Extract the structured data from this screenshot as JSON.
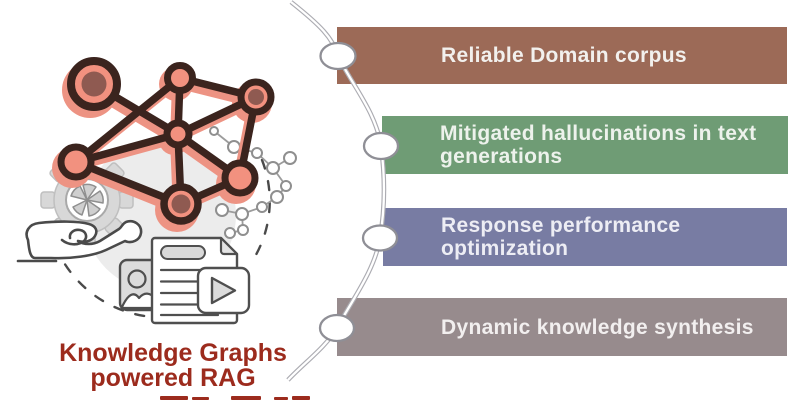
{
  "title": {
    "line1": "Knowledge Graphs",
    "line2": "powered RAG",
    "color": "#9C2B1D"
  },
  "bars": [
    {
      "label": "Reliable Domain corpus",
      "color": "#9C6A57",
      "text_color": "#F2F0ED"
    },
    {
      "label": "Mitigated hallucinations in text  generations",
      "color": "#6F9C75",
      "text_color": "#EDF2EC"
    },
    {
      "label": "Response performance optimization",
      "color": "#787CA3",
      "text_color": "#EDEDF4"
    },
    {
      "label": "Dynamic knowledge synthesis",
      "color": "#978B8D",
      "text_color": "#F2EFEF"
    }
  ],
  "connector": {
    "line_color": "#ACACB2",
    "node_fill": "#FFFFFF",
    "node_stroke": "#8F8F96"
  },
  "illustration": {
    "icons": [
      "knowledge-graph-icon",
      "gear-icon",
      "hand-icon",
      "photo-card-icon",
      "document-icon",
      "video-card-icon",
      "molecule-network-icon",
      "dashed-circle-icon"
    ],
    "graph_outline": "#3B241E",
    "graph_node_fill": "#F2917F",
    "graph_node_inner": "#8F5A51",
    "graph_shadow": "#ED9383"
  }
}
